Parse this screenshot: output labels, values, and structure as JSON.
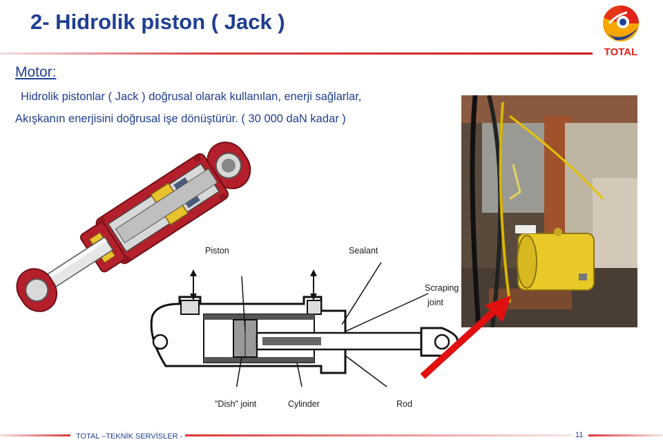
{
  "slide": {
    "title": "2- Hidrolik piston  ( Jack )",
    "subtitle": "Motor:",
    "line1": "Hidrolik pistonlar ( Jack ) doğrusal olarak kullanılan, enerji sağlarlar,",
    "line2": "Akışkanın enerjisini doğrusal işe dönüştürür. ( 30 000 daN kadar )"
  },
  "logo": {
    "text": "TOTAL",
    "colors": [
      "#e2231a",
      "#f7a600",
      "#1f3e92"
    ]
  },
  "diagram_labels": {
    "piston": "Piston",
    "sealant": "Sealant",
    "scraping": "Scraping",
    "joint": "joint",
    "dish_joint": "″Dish″ joint",
    "cylinder": "Cylinder",
    "rod": "Rod"
  },
  "footer": {
    "text": "TOTAL  –TEKNİK SERVİSLER -",
    "page": "11"
  },
  "colors": {
    "title_blue": "#1f3e92",
    "rule_red": "#c91818",
    "jack_red": "#b3202c",
    "jack_yellow": "#e8c22a",
    "arrow_red": "#e01010"
  }
}
